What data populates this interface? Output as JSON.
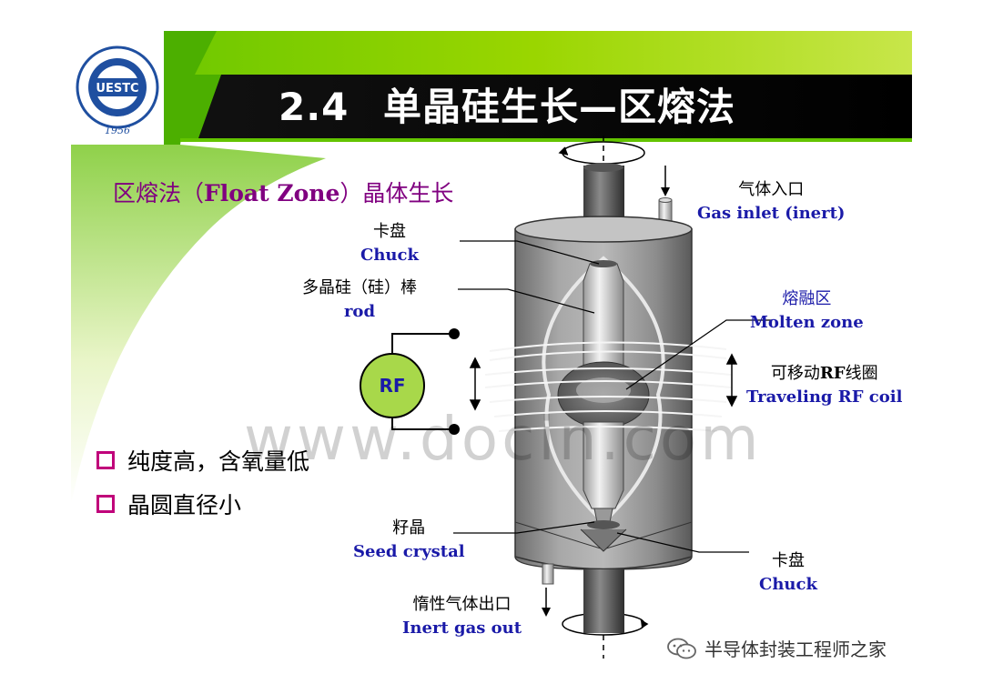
{
  "logo": {
    "text": "UESTC",
    "year": "1956"
  },
  "title": {
    "number": "2.4",
    "text": "单晶硅生长—区熔法"
  },
  "subtitle": {
    "zh_start": "区熔法（",
    "en": "Float Zone",
    "zh_end": "）晶体生长"
  },
  "bullets": [
    {
      "text": "纯度高，含氧量低"
    },
    {
      "text": "晶圆直径小"
    }
  ],
  "labels": {
    "chuck_top": {
      "zh": "卡盘",
      "en": "Chuck"
    },
    "rod": {
      "zh": "多晶硅（硅）棒",
      "en": "rod"
    },
    "gas_inlet": {
      "zh": "气体入口",
      "en": "Gas inlet (inert)"
    },
    "molten_zone": {
      "zh": "熔融区",
      "en": "Molten zone"
    },
    "rf_coil": {
      "zh_start": "可移动",
      "zh_bold": "RF",
      "zh_end": "线圈",
      "en": "Traveling RF coil"
    },
    "seed": {
      "zh": "籽晶",
      "en": "Seed crystal"
    },
    "chuck_bottom": {
      "zh": "卡盘",
      "en": "Chuck"
    },
    "gas_out": {
      "zh": "惰性气体出口",
      "en": "Inert gas out"
    },
    "rf_source": "RF"
  },
  "watermark": "www.docin.com",
  "footer": {
    "text": "半导体封装工程师之家",
    "icon": "wechat-icon"
  },
  "colors": {
    "title_band": "#000000",
    "title_green": "#66cc00",
    "accent_purple": "#800080",
    "label_blue": "#1a1aa8",
    "bullet_box": "#c0007a"
  }
}
